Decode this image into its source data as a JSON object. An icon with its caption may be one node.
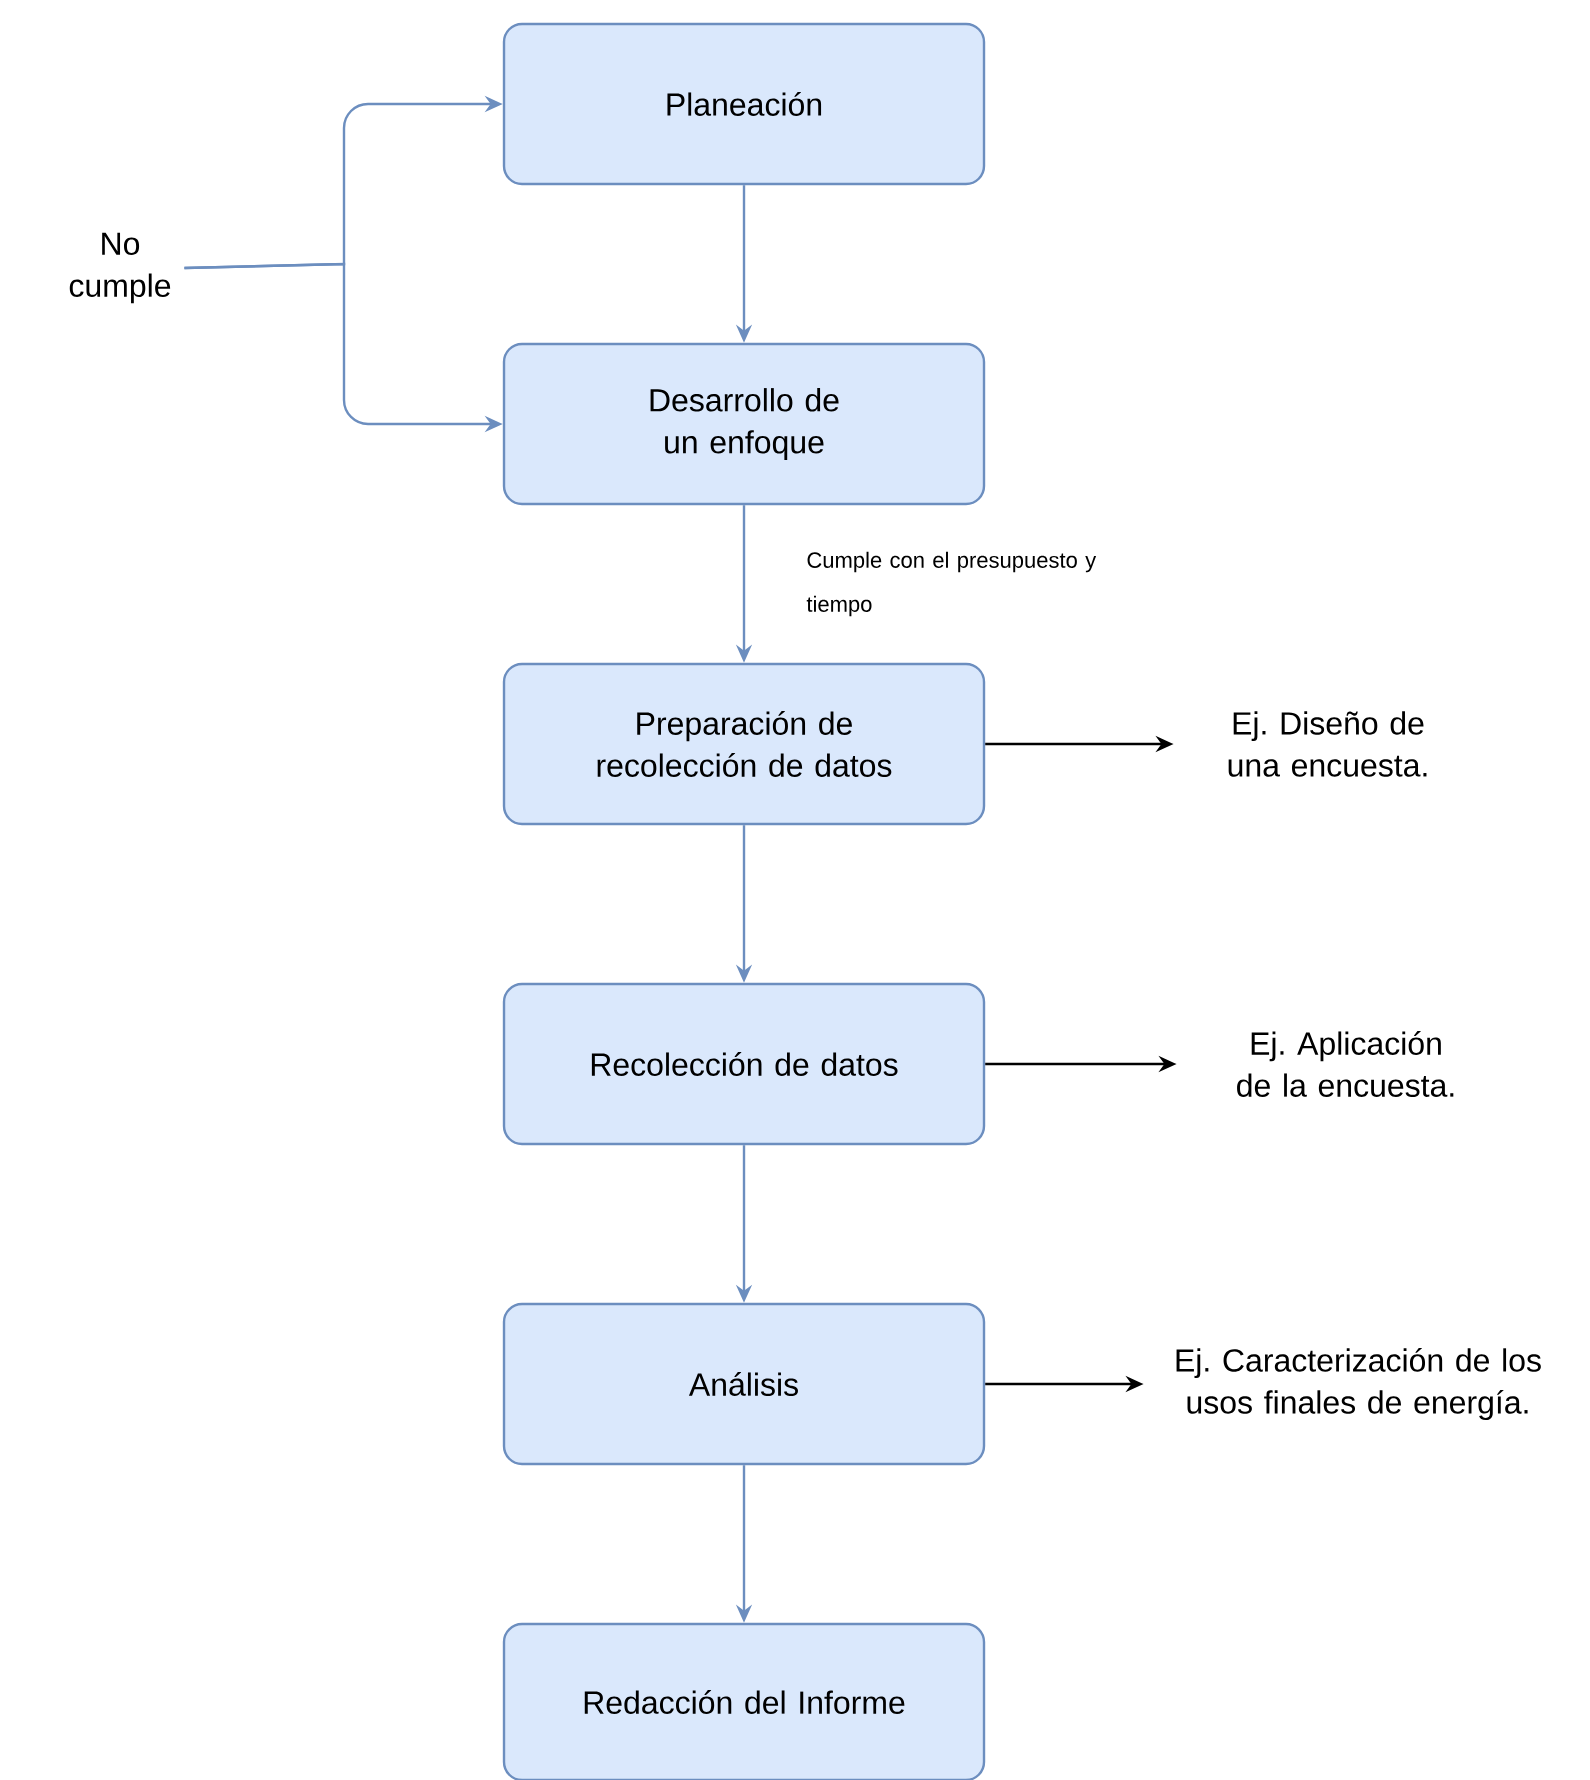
{
  "diagram": {
    "nodes": [
      {
        "text": [
          "Planeación"
        ]
      },
      {
        "text": [
          "Desarrollo de un enfoque"
        ]
      },
      {
        "text": [
          "Preparación de recolección de datos"
        ]
      },
      {
        "text": [
          "Recolección de datos"
        ]
      },
      {
        "text": [
          "Análisis"
        ]
      },
      {
        "text": [
          "Redacción del Informe"
        ]
      },
      {
        "text": [
          "No cumple"
        ]
      },
      {
        "text": [
          "Ej. Diseño de una encuesta."
        ]
      },
      {
        "text": [
          "Ej. Aplicación de la encuesta."
        ]
      },
      {
        "text": [
          "Ej. Caracterización de los usos finales de energía."
        ]
      }
    ],
    "edges": [
      {
        "from": 0,
        "to": 1,
        "arrow": "to"
      },
      {
        "from": 1,
        "to": 2,
        "arrow": "to",
        "label": "Cumple con el presupuesto y tiempo"
      },
      {
        "from": 2,
        "to": 3,
        "arrow": "to"
      },
      {
        "from": 3,
        "to": 4,
        "arrow": "to"
      },
      {
        "from": 4,
        "to": 5,
        "arrow": "to"
      },
      {
        "from": 6,
        "to": 0,
        "arrow": "to"
      },
      {
        "from": 6,
        "to": 1,
        "arrow": "to"
      },
      {
        "from": 2,
        "to": 7,
        "arrow": "to",
        "color": "#000000"
      },
      {
        "from": 3,
        "to": 8,
        "arrow": "to",
        "color": "#000000"
      },
      {
        "from": 4,
        "to": 9,
        "arrow": "to",
        "color": "#000000"
      }
    ]
  }
}
